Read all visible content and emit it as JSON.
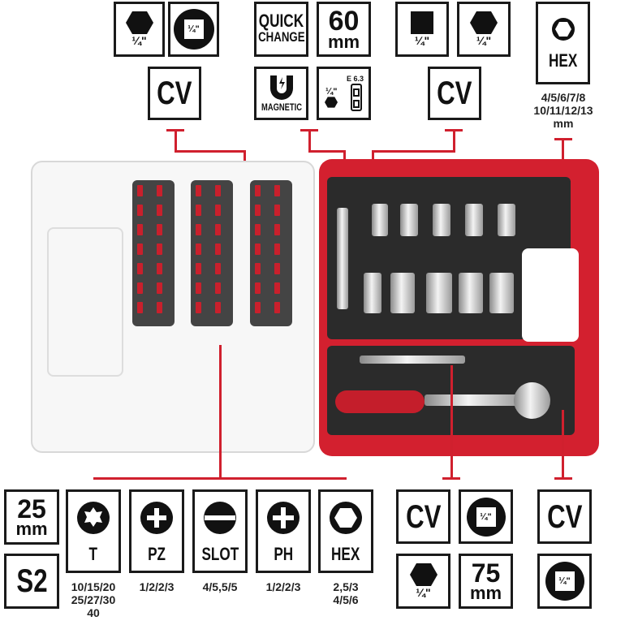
{
  "top_left": {
    "hex_shank": "¼\"",
    "square_drive": "¼\"",
    "material": "CV"
  },
  "top_center": {
    "quick_change_line1": "QUICK",
    "quick_change_line2": "CHANGE",
    "length_value": "60",
    "length_unit": "mm",
    "magnetic": "MAGNETIC",
    "standard_label": "E 6.3",
    "standard_size": "¼\""
  },
  "top_right": {
    "square_drive": "¼\"",
    "hex_drive": "¼\"",
    "material": "CV"
  },
  "hex_sockets": {
    "label": "HEX",
    "sizes_line1": "4/5/6/7/8",
    "sizes_line2": "10/11/12/13",
    "unit": "mm"
  },
  "bits": {
    "length_value": "25",
    "length_unit": "mm",
    "material": "S2",
    "types": [
      {
        "label": "T",
        "sizes": [
          "10/15/20",
          "25/27/30",
          "40"
        ]
      },
      {
        "label": "PZ",
        "sizes": [
          "1/2/2/3"
        ]
      },
      {
        "label": "SLOT",
        "sizes": [
          "4/5,5/5"
        ]
      },
      {
        "label": "PH",
        "sizes": [
          "1/2/2/3"
        ]
      },
      {
        "label": "HEX",
        "sizes": [
          "2,5/3",
          "4/5/6"
        ]
      }
    ]
  },
  "extension": {
    "material": "CV",
    "drive": "¼\"",
    "hex": "¼\"",
    "length_value": "75",
    "length_unit": "mm"
  },
  "ratchet": {
    "material": "CV",
    "drive": "¼\""
  },
  "brand_color": "#d3202f"
}
